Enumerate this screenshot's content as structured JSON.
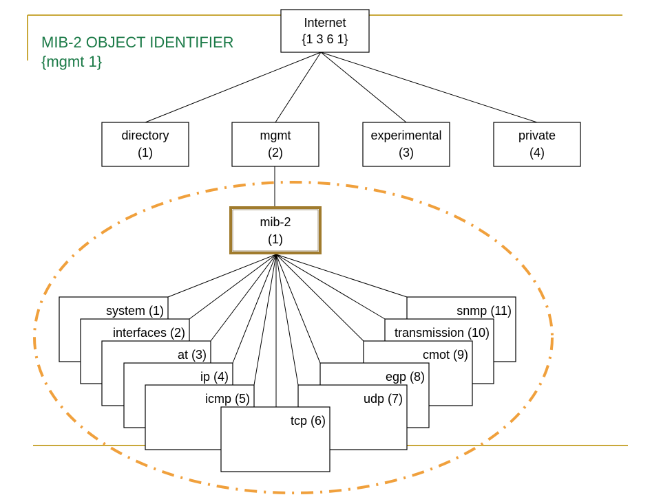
{
  "title": {
    "line1": "MIB-2 OBJECT IDENTIFIER",
    "line2": "{mgmt 1}"
  },
  "colors": {
    "accent_line": "#c9a83a",
    "title_text": "#1b7a47",
    "mib2_border": "#a07b2d",
    "ellipse": "#f0a03c"
  },
  "root": {
    "label": "Internet",
    "id": "{1 3 6 1}"
  },
  "level1": [
    {
      "label": "directory",
      "id": "(1)"
    },
    {
      "label": "mgmt",
      "id": "(2)"
    },
    {
      "label": "experimental",
      "id": "(3)"
    },
    {
      "label": "private",
      "id": "(4)"
    }
  ],
  "mib2": {
    "label": "mib-2",
    "id": "(1)"
  },
  "groups": [
    {
      "label": "system (1)"
    },
    {
      "label": "interfaces (2)"
    },
    {
      "label": "at (3)"
    },
    {
      "label": "ip (4)"
    },
    {
      "label": "icmp (5)"
    },
    {
      "label": "tcp (6)"
    },
    {
      "label": "udp (7)"
    },
    {
      "label": "egp (8)"
    },
    {
      "label": "cmot (9)"
    },
    {
      "label": "transmission (10)"
    },
    {
      "label": "snmp (11)"
    }
  ]
}
